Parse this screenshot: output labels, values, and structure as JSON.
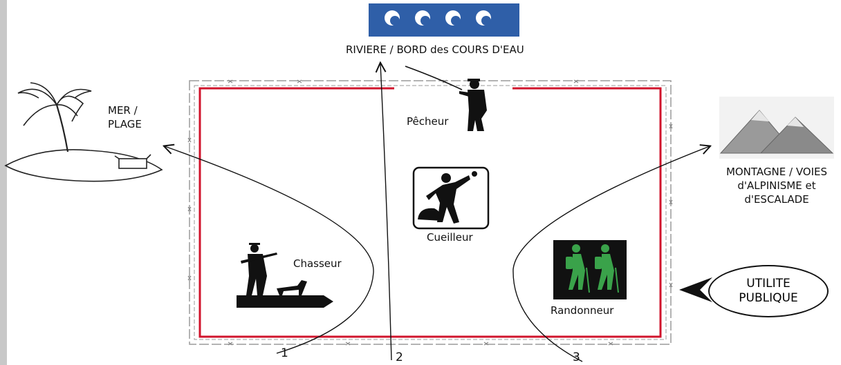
{
  "top": {
    "label": "RIVIERE / BORD des COURS D'EAU"
  },
  "sea": {
    "label_line1": "MER /",
    "label_line2": "PLAGE"
  },
  "mountain": {
    "label_line1": "MONTAGNE / VOIES",
    "label_line2": "d'ALPINISME et",
    "label_line3": "d'ESCALADE"
  },
  "actors": {
    "fisher": "Pêcheur",
    "gatherer": "Cueilleur",
    "hunter": "Chasseur",
    "hiker": "Randonneur"
  },
  "paths": {
    "p1": "1",
    "p2": "2",
    "p3": "3"
  },
  "callout": {
    "line1": "UTILITE",
    "line2": "PUBLIQUE"
  },
  "colors": {
    "boundary": "#d0142c",
    "wave": "#2f5fa8",
    "mountain": "#8a8a8a",
    "hiker": "#3aa24a"
  }
}
